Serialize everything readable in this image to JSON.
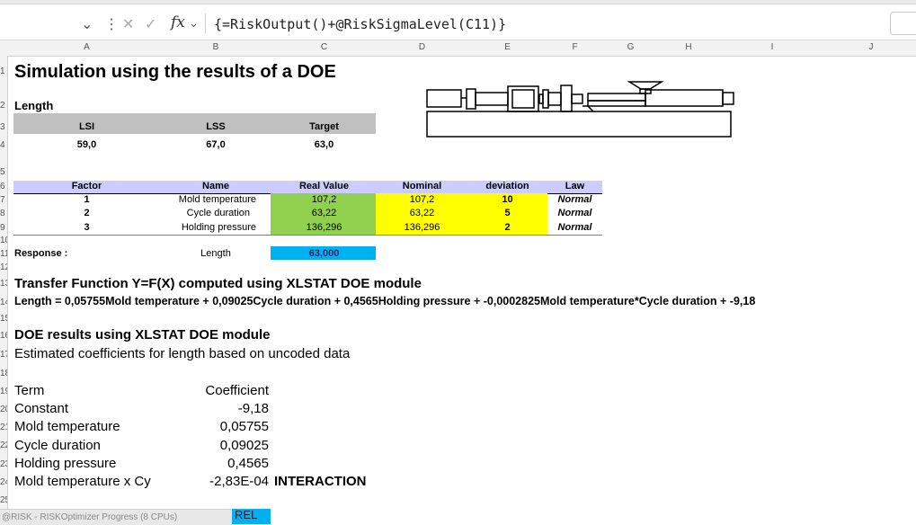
{
  "formula_bar": {
    "dropdown_glyph": "⌄",
    "more_glyph": "⋮",
    "cancel_glyph": "✕",
    "enter_glyph": "✓",
    "fx_label": "fx",
    "fx_chevron": "⌄",
    "formula": "{=RiskOutput()+@RiskSigmaLevel(C11)}"
  },
  "columns": [
    "A",
    "B",
    "C",
    "D",
    "E",
    "F",
    "G",
    "H",
    "I",
    "J"
  ],
  "rows": [
    "1",
    "2",
    "3",
    "4",
    "5",
    "6",
    "7",
    "8",
    "9",
    "10",
    "11",
    "12",
    "13",
    "14",
    "15",
    "16",
    "17",
    "18",
    "19",
    "20",
    "21",
    "22",
    "23",
    "24",
    "25"
  ],
  "sheet": {
    "title": "Simulation using the results of a DOE",
    "length_label": "Length",
    "spec_headers": [
      "LSI",
      "LSS",
      "Target"
    ],
    "spec_values": [
      "59,0",
      "67,0",
      "63,0"
    ],
    "factor_headers": [
      "Factor",
      "Name",
      "Real Value",
      "Nominal",
      "deviation",
      "Law"
    ],
    "factors": [
      {
        "factor": "1",
        "name": "Mold temperature",
        "real": "107,2",
        "nominal": "107,2",
        "deviation": "10",
        "law": "Normal"
      },
      {
        "factor": "2",
        "name": "Cycle duration",
        "real": "63,22",
        "nominal": "63,22",
        "deviation": "5",
        "law": "Normal"
      },
      {
        "factor": "3",
        "name": "Holding pressure",
        "real": "136,296",
        "nominal": "136,296",
        "deviation": "2",
        "law": "Normal"
      }
    ],
    "response_label": "Response :",
    "response_name": "Length",
    "response_value": "63,000",
    "transfer_title": "Transfer Function Y=F(X) computed using XLSTAT  DOE module",
    "transfer_equation": "Length  = 0,05755Mold temperature + 0,09025Cycle duration + 0,4565Holding pressure + -0,0002825Mold temperature*Cycle duration + -9,18",
    "doe_title": "DOE results using XLSTAT DOE module",
    "doe_subtitle": "Estimated coefficients for length based on uncoded data",
    "coef_header_term": "Term",
    "coef_header_value": "Coefficient",
    "coefficients": [
      {
        "term": "Constant",
        "value": "-9,18"
      },
      {
        "term": "Mold temperature",
        "value": "0,05755"
      },
      {
        "term": "Cycle duration",
        "value": "0,09025"
      },
      {
        "term": "Holding pressure",
        "value": "0,4565"
      },
      {
        "term": "Mold temperature x Cy",
        "value": "-2,83E-04"
      }
    ],
    "interaction_label": "INTERACTION"
  },
  "status_bar": {
    "progress_text": "@RISK - RISKOptimizer Progress (8 CPUs)",
    "partial_cell": "REL"
  },
  "colors": {
    "gray_header": "#c0c0c0",
    "blue_header": "#ccccff",
    "real_value_fill": "#92d050",
    "nominal_fill": "#ffff00",
    "response_fill": "#00b0f0"
  }
}
